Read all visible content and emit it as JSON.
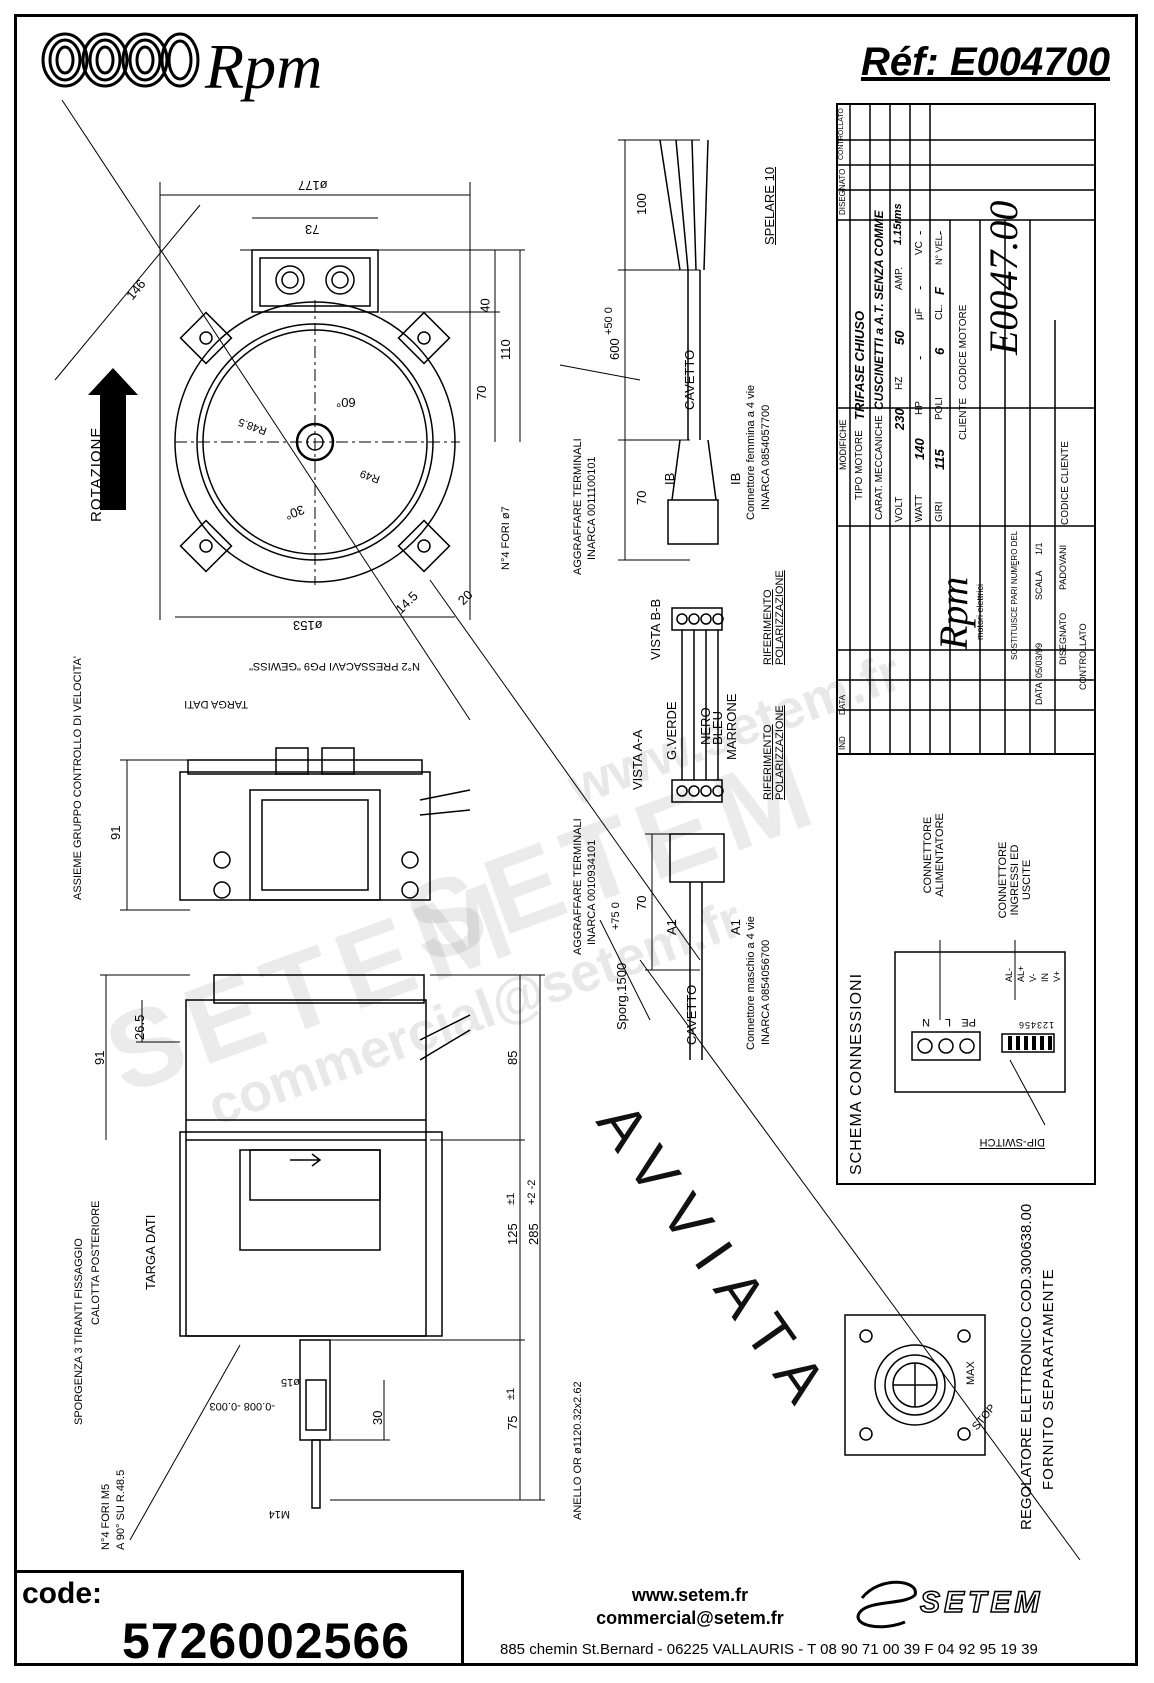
{
  "header": {
    "brand": "Rpm",
    "reference": "Réf:  E004700"
  },
  "footer": {
    "code_label": "code:",
    "code_value": "5726002566",
    "website": "www.setem.fr",
    "email": "commercial@setem.fr",
    "address": "885 chemin St.Bernard  -  06225 VALLAURIS  -  T 08 90 71 00 39   F 04 92 95 19 39",
    "company_logo": "SETEM"
  },
  "front_view": {
    "dims": [
      "ø177",
      "73",
      "146",
      "40",
      "110",
      "70",
      "ø153",
      "R48.5",
      "R49",
      "60°",
      "30°",
      "20",
      "14.5"
    ],
    "rotation_label": "ROTAZIONE",
    "holes_label": "N°4 FORI ø7"
  },
  "cable": {
    "len_100": "100",
    "strip": "SPELARE 10",
    "len_600": "600",
    "tol_600": "+50 0",
    "cavetto": "CAVETTO",
    "len_70": "70",
    "ib1": "IB",
    "ib2": "IB",
    "female_connector": "Connettore femmina a 4 vie",
    "female_code": "INARCA 0854057700",
    "crimp1": "AGGRAFFARE TERMINALI",
    "crimp1_code": "INARCA 0011100101"
  },
  "side_view": {
    "pressacavi": "N°2 PRESSACAVI PG9 \"GEWISS\"",
    "targa": "TARGA DATI",
    "assembly": "ASSIEME GRUPPO CONTROLLO DI VELOCITA'",
    "dim_91": "91"
  },
  "connector_views": {
    "vista_bb": "VISTA B-B",
    "vista_aa": "VISTA A-A",
    "wire1": "G.VERDE",
    "wire2": "NERO",
    "wire3": "BLEU",
    "wire4": "MARRONE",
    "polar1": "RIFERIMENTO POLARIZZAZIONE",
    "polar2": "RIFERIMENTO POLARIZZAZIONE"
  },
  "cable2": {
    "crimp2": "AGGRAFFARE TERMINALI",
    "crimp2_code": "INARCA 0010934101",
    "sporg": "Sporg.1500",
    "tol": "+75 0",
    "len_70": "70",
    "a1a": "A1",
    "a1b": "A1",
    "male_connector": "Connettore maschio a 4 vie",
    "male_code": "INARCA 0854056700",
    "cavetto": "CAVETTO"
  },
  "bottom_view": {
    "dims": [
      "91",
      "26.5",
      "85",
      "125",
      "285",
      "75",
      "30",
      "ø15",
      "M14"
    ],
    "tol_125": "±1",
    "tol_285": "+2 -2",
    "tol_75": "±1",
    "shaft_tol": "-0.008 -0.003",
    "sporgenza": "SPORGENZA 3 TIRANTI FISSAGGIO",
    "calotta": "CALOTTA POSTERIORE",
    "targa": "TARGA DATI",
    "anello": "ANELLO OR ø1120.32x2.62",
    "fori": "N°4 FORI M5",
    "fori2": "A 90° SU R.48.5"
  },
  "title_block": {
    "rev_headers": [
      "IND",
      "DATA",
      "MODIFICHE",
      "DISEGNATO",
      "CONTROLLATO"
    ],
    "tipo_motore_label": "TIPO MOTORE",
    "tipo_motore": "TRIFASE CHIUSO",
    "carat_label": "CARAT. MECCANICHE",
    "carat": "CUSCINETTI a A.T. SENZA COMME",
    "volt_label": "VOLT",
    "volt": "230",
    "hz_label": "HZ",
    "hz": "50",
    "amp_label": "AMP.",
    "amp": "1.15rms",
    "watt_label": "WATT",
    "watt": "140",
    "hp_label": "HP",
    "hp": "-",
    "uf_label": "µF",
    "uf": "-",
    "vc_label": "VC",
    "vc": "-",
    "giri_label": "GIRI",
    "giri": "115",
    "poli_label": "POLI",
    "poli": "6",
    "cl_label": "CL.",
    "cl": "F",
    "nvel_label": "N° VEL.",
    "nvel": "-",
    "cliente_label": "CLIENTE",
    "codice_motore_label": "CODICE MOTORE",
    "codice_motore": "E0047.00",
    "codice_cliente_label": "CODICE CLIENTE",
    "logo": "Rpm",
    "logo_sub": "motori elettrici",
    "sostituisce": "SOSTITUISCE PARI NUMERO DEL",
    "sost_val": "-",
    "data_label": "DATA",
    "data": "05/03/99",
    "scala_label": "SCALA",
    "scala": "1/1",
    "disegnato_label": "DISEGNATO",
    "disegnato": "PADOVANI",
    "controllato_label": "CONTROLLATO"
  },
  "schema": {
    "title": "SCHEMA CONNESSIONI",
    "alim": "CONNETTORE ALIMENTATORE",
    "ingressi": "CONNETTORE INGRESSI ED USCITE",
    "terminals": [
      "N",
      "L",
      "PE"
    ],
    "io_pins": [
      "AL-",
      "AL+",
      "V-",
      "IN",
      "V+"
    ],
    "dip_nums": "123456",
    "dip": "DIP-SWITCH"
  },
  "regulator": {
    "max": "MAX",
    "stop": "STOP",
    "line1": "REGOLATORE ELETTRONICO COD.300638.00",
    "line2": "FORNITO SEPARATAMENTE"
  },
  "watermarks": {
    "big": "SETEM",
    "small": "commercial@setem.fr",
    "mid": "www.setem.fr",
    "diag": "AVVIATA"
  }
}
